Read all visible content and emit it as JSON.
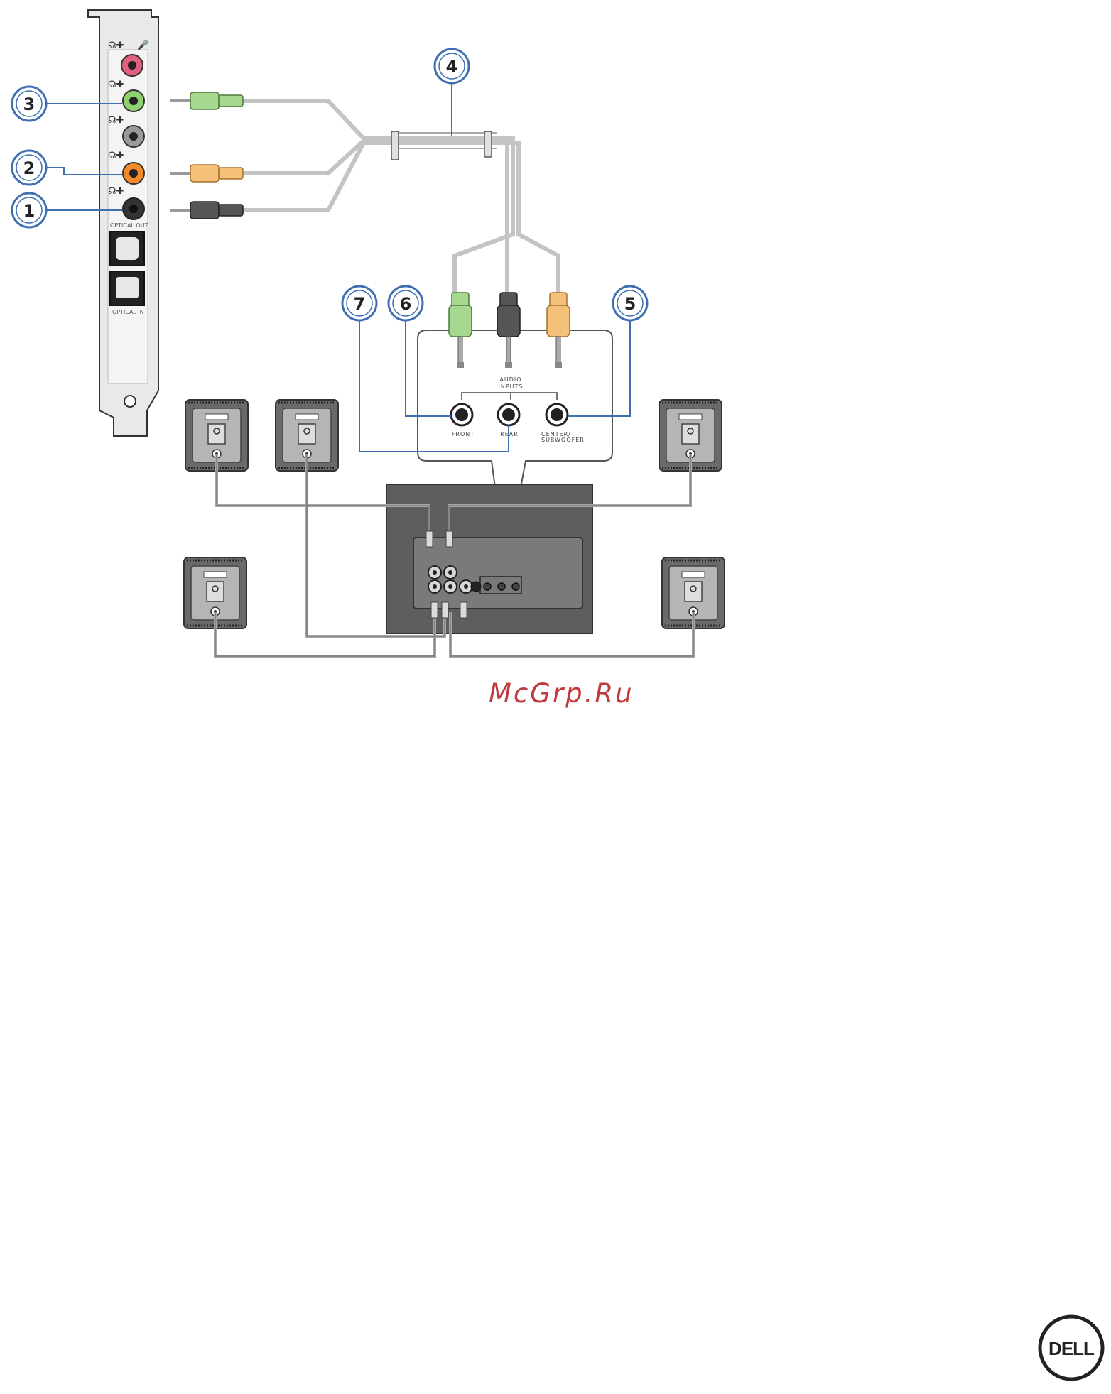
{
  "callouts": [
    "1",
    "2",
    "3",
    "4",
    "5",
    "6",
    "7"
  ],
  "card_labels": {
    "optical_out": "OPTICAL OUT",
    "optical_in": "OPTICAL IN"
  },
  "panel_labels": {
    "audio_inputs_line1": "AUDIO",
    "audio_inputs_line2": "INPUTS",
    "front": "FRONT",
    "rear": "REAR",
    "center_line1": "CENTER/",
    "center_line2": "SUBWOOFER"
  },
  "watermark": "McGrp.Ru",
  "logo_text": "DELL",
  "colors": {
    "callout": "#3f6fb0",
    "jack_pink": "#e0607f",
    "jack_green": "#8fd06f",
    "jack_orange": "#f08a2a",
    "jack_gray": "#9a9a9a",
    "plug_green": "#a6d98f",
    "plug_orange": "#f4c07a",
    "plug_black": "#555555",
    "cable": "#c4c4c4",
    "speaker": "#6a6a6a",
    "subwoofer": "#5e5e5e",
    "watermark": "#c0393b"
  }
}
